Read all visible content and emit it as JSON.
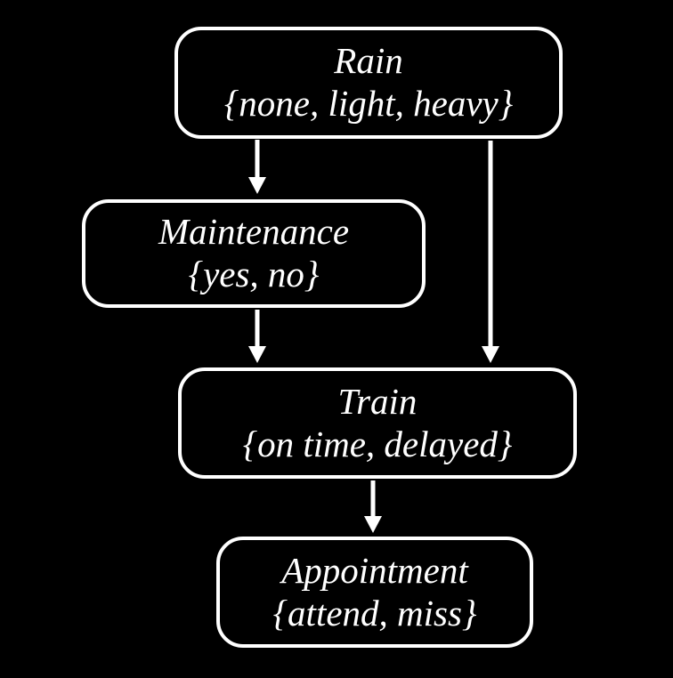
{
  "diagram": {
    "type": "bayesian-network",
    "colors": {
      "background": "#000000",
      "node_border": "#ffffff",
      "node_fill": "#000000",
      "text": "#ffffff",
      "arrow": "#ffffff"
    },
    "nodes": [
      {
        "id": "rain",
        "label": "Rain",
        "values": "{none, light, heavy}"
      },
      {
        "id": "maintenance",
        "label": "Maintenance",
        "values": "{yes, no}"
      },
      {
        "id": "train",
        "label": "Train",
        "values": "{on time, delayed}"
      },
      {
        "id": "appointment",
        "label": "Appointment",
        "values": "{attend, miss}"
      }
    ],
    "edges": [
      {
        "from": "rain",
        "to": "maintenance"
      },
      {
        "from": "rain",
        "to": "train"
      },
      {
        "from": "maintenance",
        "to": "train"
      },
      {
        "from": "train",
        "to": "appointment"
      }
    ]
  }
}
